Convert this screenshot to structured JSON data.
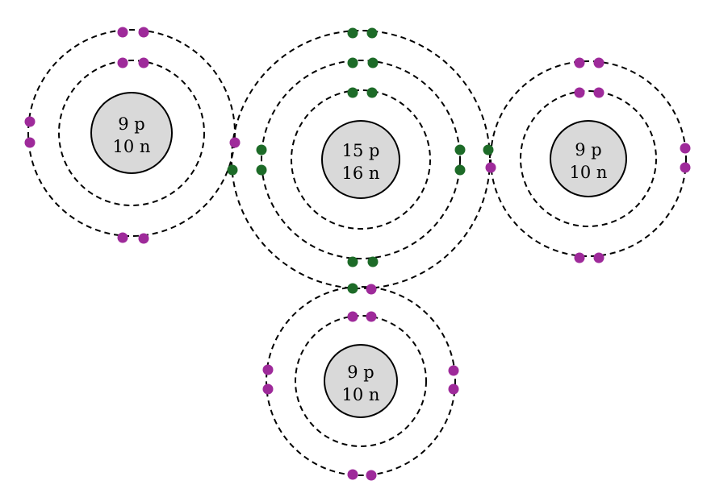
{
  "colors": {
    "fluorine_electron": "#9e2a9a",
    "phosphorus_electron": "#1d6b28",
    "nucleus": "#d9d9d9"
  },
  "atoms": [
    {
      "id": "fluorine-left",
      "protons": "9 p",
      "neutrons": "10 n"
    },
    {
      "id": "phosphorus",
      "protons": "15 p",
      "neutrons": "16 n"
    },
    {
      "id": "fluorine-right",
      "protons": "9 p",
      "neutrons": "10 n"
    },
    {
      "id": "fluorine-bottom",
      "protons": "9 p",
      "neutrons": "10 n"
    }
  ]
}
